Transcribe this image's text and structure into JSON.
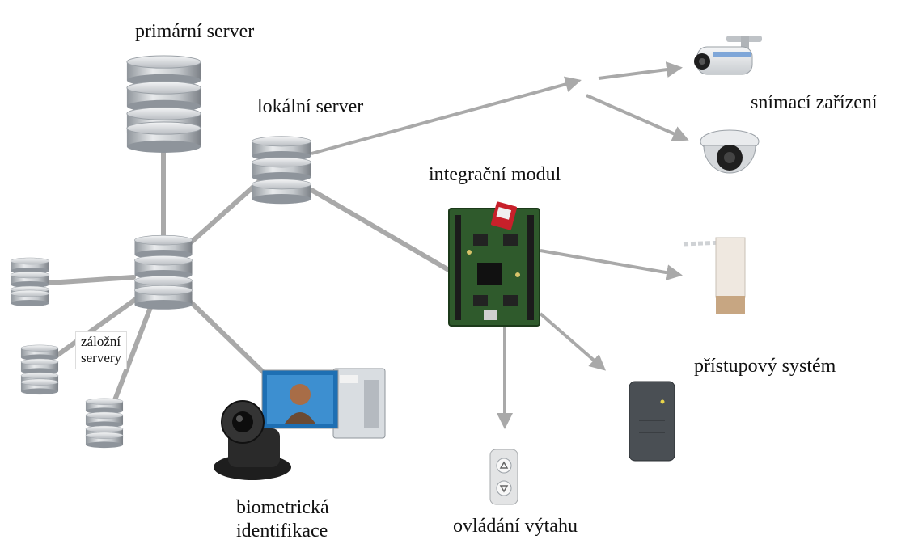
{
  "labels": {
    "primary_server": "primární server",
    "local_server": "lokální server",
    "integration_module": "integrační modul",
    "sensing_devices": "snímací zařízení",
    "access_system": "přístupový systém",
    "elevator_control": "ovládání výtahu",
    "biometric_line1": "biometrická",
    "biometric_line2": "identifikace",
    "backup_line1": "záložní",
    "backup_line2": "servery"
  },
  "colors": {
    "connector": "#a9a9a9",
    "server_body": "#c9ccd0",
    "server_band": "#8e949b",
    "pcb_green": "#2f5a2c",
    "reader_body": "#4a4f54"
  },
  "icons": {
    "server": "database-server-icon",
    "camera": "bullet-camera-icon",
    "dome": "dome-camera-icon",
    "barrier": "barrier-gate-icon",
    "reader": "card-reader-icon",
    "elevator": "elevator-panel-icon",
    "biometric": "biometric-station-icon",
    "board": "circuit-board-icon"
  }
}
